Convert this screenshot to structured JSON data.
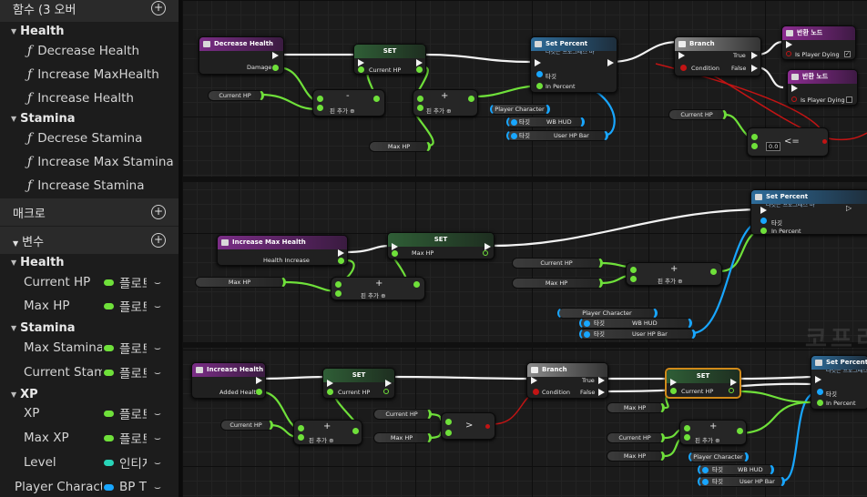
{
  "sidebar": {
    "functions_section": "함수 (3 오버",
    "categories": {
      "health": "Health",
      "stamina": "Stamina"
    },
    "health_functions": [
      "Decrease Health",
      "Increase MaxHealth",
      "Increase Health"
    ],
    "stamina_functions": [
      "Decrese Stamina",
      "Increase Max Stamina",
      "Increase Stamina"
    ],
    "macros_section": "매크로",
    "variables_section": "변수",
    "var_categories": {
      "health": "Health",
      "stamina": "Stamina",
      "xp": "XP"
    },
    "health_vars": [
      {
        "name": "Current HP",
        "type": "플로트",
        "color": "#6fe03a"
      },
      {
        "name": "Max HP",
        "type": "플로트",
        "color": "#6fe03a"
      }
    ],
    "stamina_vars": [
      {
        "name": "Max Stamina",
        "type": "플로트",
        "color": "#6fe03a"
      },
      {
        "name": "Current Stamina",
        "type": "플로트",
        "color": "#6fe03a"
      }
    ],
    "xp_vars": [
      {
        "name": "XP",
        "type": "플로트",
        "color": "#6fe03a"
      },
      {
        "name": "Max XP",
        "type": "플로트",
        "color": "#6fe03a"
      },
      {
        "name": "Level",
        "type": "인티저",
        "color": "#28d4b8"
      },
      {
        "name": "Player Character",
        "type": "BP Th",
        "color": "#18a6ff"
      }
    ]
  },
  "graph": {
    "panel1": {
      "entry": {
        "title": "Decrease Health",
        "pin": "Damage"
      },
      "set": {
        "title": "SET",
        "pin": "Current HP"
      },
      "set_percent": {
        "title": "Set Percent",
        "subtitle": "타깃은 프로그레스 바",
        "target": "타깃",
        "in_percent": "In Percent"
      },
      "branch": {
        "title": "Branch",
        "condition": "Condition",
        "true": "True",
        "false": "False"
      },
      "return_true": {
        "title": "반환 노드",
        "pin": "Is Player Dying",
        "checked": "✓"
      },
      "return_false": {
        "title": "반환 노드",
        "pin": "Is Player Dying"
      },
      "var_current_hp": "Current HP",
      "var_current_hp_2": "Current HP",
      "var_max_hp": "Max HP",
      "var_player_character": "Player Character",
      "var_wb_hud": "WB HUD",
      "var_user_hp_bar": "User HP Bar",
      "target_label": "타깃",
      "add_pin": "핀 추가",
      "compare_value": "0.0"
    },
    "panel2": {
      "entry": {
        "title": "Increase Max Health",
        "pin": "Health Increase"
      },
      "set": {
        "title": "SET",
        "pin": "Max HP"
      },
      "set_percent": {
        "title": "Set Percent",
        "subtitle": "타깃은 프로그레스 바",
        "target": "타깃",
        "in_percent": "In Percent"
      },
      "var_max_hp": "Max HP",
      "var_current_hp": "Current HP",
      "var_max_hp_2": "Max HP",
      "var_player_character": "Player Character",
      "var_wb_hud": "WB HUD",
      "var_user_hp_bar": "User HP Bar",
      "target_label": "타깃",
      "add_pin": "핀 추가"
    },
    "panel3": {
      "entry": {
        "title": "Increase Health",
        "pin": "Added Health"
      },
      "set": {
        "title": "SET",
        "pin": "Current HP"
      },
      "branch": {
        "title": "Branch",
        "condition": "Condition",
        "true": "True",
        "false": "False"
      },
      "set2": {
        "title": "SET",
        "pin": "Current HP"
      },
      "set_percent": {
        "title": "Set Percent",
        "subtitle": "타깃은 프로그레스 바",
        "target": "타깃",
        "in_percent": "In Percent"
      },
      "var_current_hp": "Current HP",
      "var_current_hp_2": "Current HP",
      "var_max_hp": "Max HP",
      "var_max_hp_2": "Max HP",
      "var_current_hp_3": "Current HP",
      "var_max_hp_3": "Max HP",
      "var_player_character": "Player Character",
      "var_wb_hud": "WB HUD",
      "var_user_hp_bar": "User HP Bar",
      "target_label": "타깃",
      "add_pin": "핀 추가"
    },
    "watermark": "코프리"
  }
}
